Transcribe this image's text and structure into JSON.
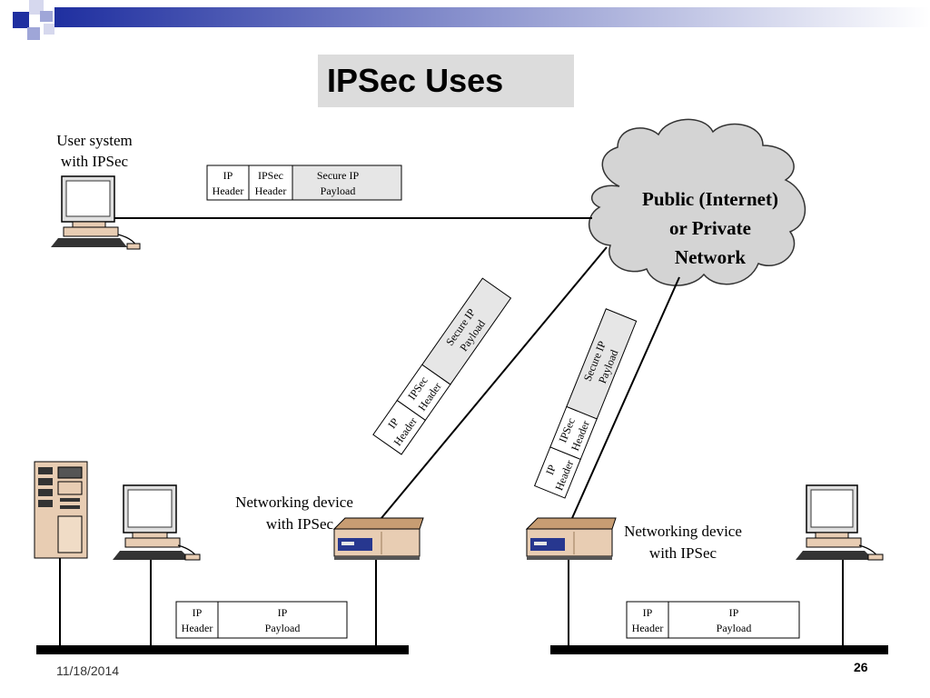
{
  "slide": {
    "title": "IPSec Uses",
    "date": "11/18/2014",
    "page_number": "26"
  },
  "diagram": {
    "cloud_label": [
      "Public (Internet)",
      "or Private",
      "Network"
    ],
    "user_system_label": [
      "User system",
      "with IPSec"
    ],
    "left_device_label": [
      "Networking device",
      "with IPSec"
    ],
    "right_device_label": [
      "Networking device",
      "with IPSec"
    ],
    "packet_top": {
      "ip_header": [
        "IP",
        "Header"
      ],
      "ipsec_header": [
        "IPSec",
        "Header"
      ],
      "payload": [
        "Secure IP",
        "Payload"
      ]
    },
    "packet_diag_left": {
      "ip_header": [
        "IP",
        "Header"
      ],
      "ipsec_header": [
        "IPSec",
        "Header"
      ],
      "payload": [
        "Secure IP",
        "Payload"
      ]
    },
    "packet_diag_right": {
      "ip_header": [
        "IP",
        "Header"
      ],
      "ipsec_header": [
        "IPSec",
        "Header"
      ],
      "payload": [
        "Secure IP",
        "Payload"
      ]
    },
    "packet_lan_left": {
      "ip_header": [
        "IP",
        "Header"
      ],
      "payload": [
        "IP",
        "Payload"
      ]
    },
    "packet_lan_right": {
      "ip_header": [
        "IP",
        "Header"
      ],
      "payload": [
        "IP",
        "Payload"
      ]
    }
  },
  "colors": {
    "cloud_fill": "#d4d4d4",
    "packet_payload_fill": "#e6e6e6",
    "title_bg": "#dcdcdc",
    "device_fill": "#e8cdb3",
    "accent_blue": "#1f2fa0"
  }
}
